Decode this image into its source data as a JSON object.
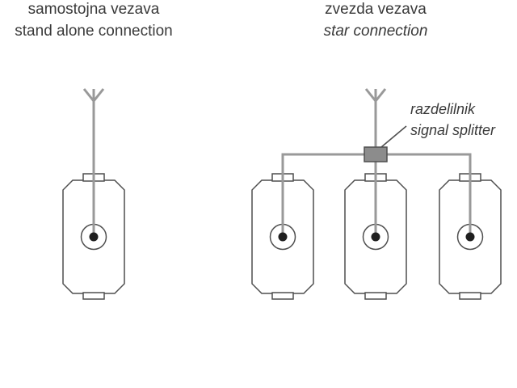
{
  "colors": {
    "background": "#ffffff",
    "cable": "#999999",
    "outline": "#4f4f4f",
    "splitter_fill": "#8c8c8c",
    "dot": "#1f1f1f",
    "text": "#3a3a3a"
  },
  "left_diagram": {
    "title_sl": "samostojna vezava",
    "title_en": "stand alone connection",
    "socket_count": 1
  },
  "right_diagram": {
    "title_sl": "zvezda vezava",
    "title_en": "star connection",
    "splitter_label_sl": "razdelilnik",
    "splitter_label_en": "signal splitter",
    "socket_count": 3
  },
  "icons": {
    "antenna": "antenna-icon",
    "wall_socket": "coax-wall-socket-icon",
    "splitter": "signal-splitter-icon"
  }
}
